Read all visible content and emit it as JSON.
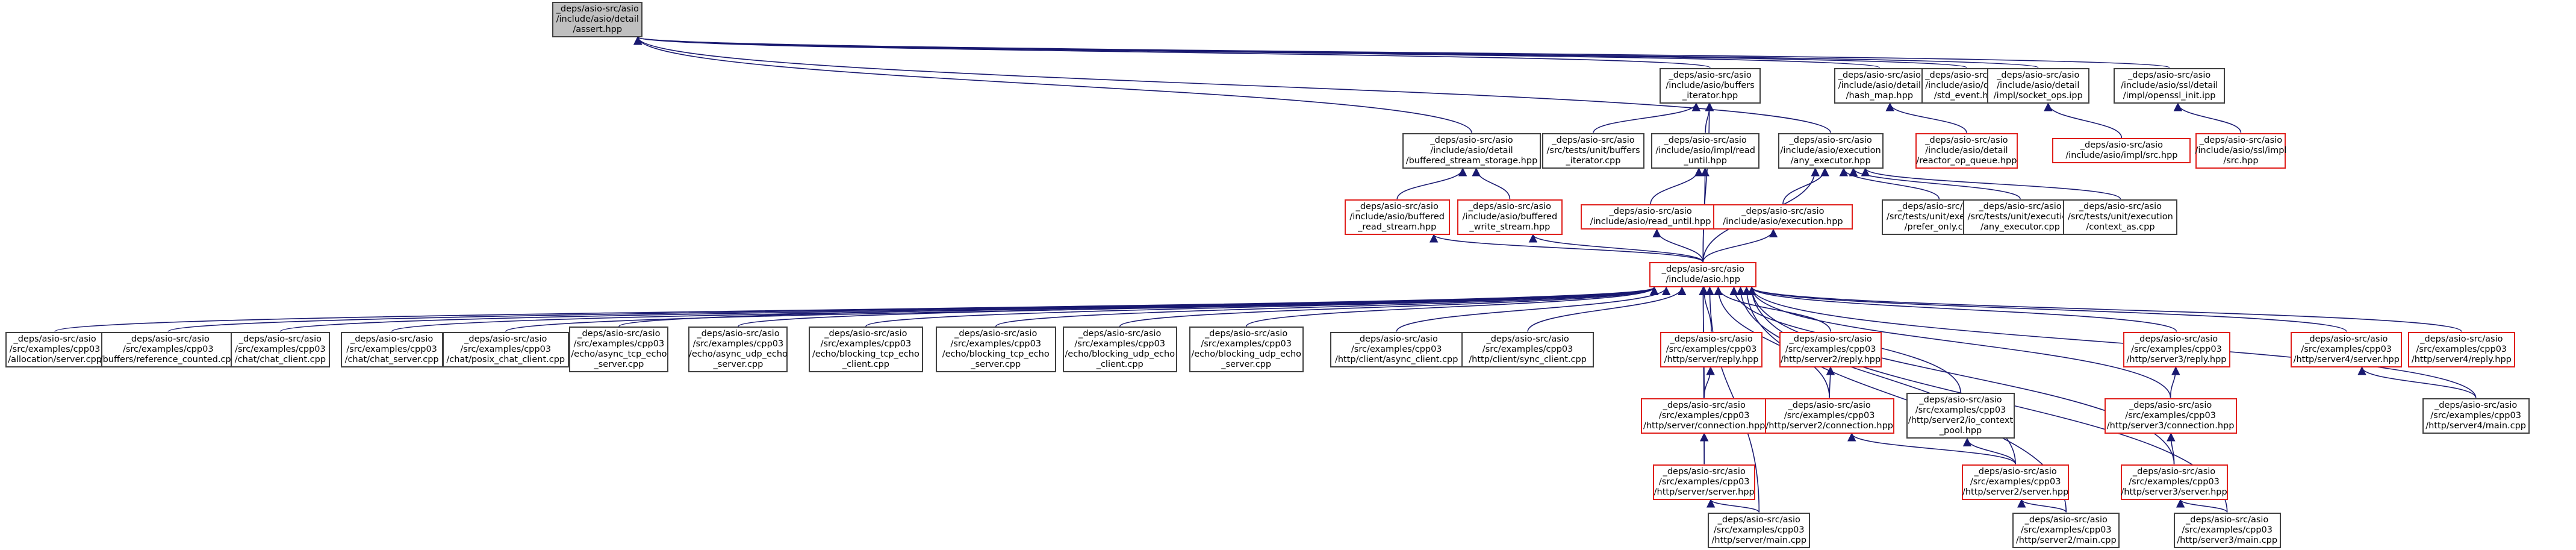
{
  "graph": {
    "nodes": [
      {
        "id": "root",
        "label": "_deps/asio-src/asio\n/include/asio/detail\n/assert.hpp",
        "border": "gray",
        "root": true
      },
      {
        "id": "buffers_iterator",
        "label": "_deps/asio-src/asio\n/include/asio/buffers\n_iterator.hpp",
        "border": "gray"
      },
      {
        "id": "hash_map",
        "label": "_deps/asio-src/asio\n/include/asio/detail\n/hash_map.hpp",
        "border": "gray"
      },
      {
        "id": "std_event",
        "label": "_deps/asio-src/asio\n/include/asio/detail\n/std_event.hpp",
        "border": "gray"
      },
      {
        "id": "socket_ops",
        "label": "_deps/asio-src/asio\n/include/asio/detail\n/impl/socket_ops.ipp",
        "border": "gray"
      },
      {
        "id": "openssl_init",
        "label": "_deps/asio-src/asio\n/include/asio/ssl/detail\n/impl/openssl_init.ipp",
        "border": "gray"
      },
      {
        "id": "buffered_stream_storage",
        "label": "_deps/asio-src/asio\n/include/asio/detail\n/buffered_stream_storage.hpp",
        "border": "gray"
      },
      {
        "id": "tests_buffers_iterator",
        "label": "_deps/asio-src/asio\n/src/tests/unit/buffers\n_iterator.cpp",
        "border": "gray"
      },
      {
        "id": "impl_read_until",
        "label": "_deps/asio-src/asio\n/include/asio/impl/read\n_until.hpp",
        "border": "gray"
      },
      {
        "id": "any_executor",
        "label": "_deps/asio-src/asio\n/include/asio/execution\n/any_executor.hpp",
        "border": "gray"
      },
      {
        "id": "reactor_op_queue",
        "label": "_deps/asio-src/asio\n/include/asio/detail\n/reactor_op_queue.hpp",
        "border": "red"
      },
      {
        "id": "impl_src",
        "label": "_deps/asio-src/asio\n/include/asio/impl/src.hpp",
        "border": "red"
      },
      {
        "id": "ssl_impl_src",
        "label": "_deps/asio-src/asio\n/include/asio/ssl/impl\n/src.hpp",
        "border": "red"
      },
      {
        "id": "buffered_read_stream",
        "label": "_deps/asio-src/asio\n/include/asio/buffered\n_read_stream.hpp",
        "border": "red"
      },
      {
        "id": "buffered_write_stream",
        "label": "_deps/asio-src/asio\n/include/asio/buffered\n_write_stream.hpp",
        "border": "red"
      },
      {
        "id": "read_until",
        "label": "_deps/asio-src/asio\n/include/asio/read_until.hpp",
        "border": "red"
      },
      {
        "id": "execution",
        "label": "_deps/asio-src/asio\n/include/asio/execution.hpp",
        "border": "red"
      },
      {
        "id": "prefer_only",
        "label": "_deps/asio-src/asio\n/src/tests/unit/execution\n/prefer_only.cpp",
        "border": "gray"
      },
      {
        "id": "tests_any_executor",
        "label": "_deps/asio-src/asio\n/src/tests/unit/execution\n/any_executor.cpp",
        "border": "gray"
      },
      {
        "id": "context_as",
        "label": "_deps/asio-src/asio\n/src/tests/unit/execution\n/context_as.cpp",
        "border": "gray"
      },
      {
        "id": "asio_hpp",
        "label": "_deps/asio-src/asio\n/include/asio.hpp",
        "border": "red"
      },
      {
        "id": "allocation",
        "label": "_deps/asio-src/asio\n/src/examples/cpp03\n/allocation/server.cpp",
        "border": "gray"
      },
      {
        "id": "refcounted",
        "label": "_deps/asio-src/asio\n/src/examples/cpp03\n/buffers/reference_counted.cpp",
        "border": "gray"
      },
      {
        "id": "chat_client",
        "label": "_deps/asio-src/asio\n/src/examples/cpp03\n/chat/chat_client.cpp",
        "border": "gray"
      },
      {
        "id": "chat_server",
        "label": "_deps/asio-src/asio\n/src/examples/cpp03\n/chat/chat_server.cpp",
        "border": "gray"
      },
      {
        "id": "posix_chat",
        "label": "_deps/asio-src/asio\n/src/examples/cpp03\n/chat/posix_chat_client.cpp",
        "border": "gray"
      },
      {
        "id": "async_tcp",
        "label": "_deps/asio-src/asio\n/src/examples/cpp03\n/echo/async_tcp_echo\n_server.cpp",
        "border": "gray"
      },
      {
        "id": "async_udp",
        "label": "_deps/asio-src/asio\n/src/examples/cpp03\n/echo/async_udp_echo\n_server.cpp",
        "border": "gray"
      },
      {
        "id": "blocking_tcp",
        "label": "_deps/asio-src/asio\n/src/examples/cpp03\n/echo/blocking_tcp_echo\n_client.cpp",
        "border": "gray"
      },
      {
        "id": "blocking_tcp_srv",
        "label": "_deps/asio-src/asio\n/src/examples/cpp03\n/echo/blocking_tcp_echo\n_server.cpp",
        "border": "gray"
      },
      {
        "id": "blocking_udp",
        "label": "_deps/asio-src/asio\n/src/examples/cpp03\n/echo/blocking_udp_echo\n_client.cpp",
        "border": "gray"
      },
      {
        "id": "blocking_udp_srv",
        "label": "_deps/asio-src/asio\n/src/examples/cpp03\n/echo/blocking_udp_echo\n_server.cpp",
        "border": "gray"
      },
      {
        "id": "async_client",
        "label": "_deps/asio-src/asio\n/src/examples/cpp03\n/http/client/async_client.cpp",
        "border": "gray"
      },
      {
        "id": "sync_client",
        "label": "_deps/asio-src/asio\n/src/examples/cpp03\n/http/client/sync_client.cpp",
        "border": "gray"
      },
      {
        "id": "s1_reply",
        "label": "_deps/asio-src/asio\n/src/examples/cpp03\n/http/server/reply.hpp",
        "border": "red"
      },
      {
        "id": "s2_reply",
        "label": "_deps/asio-src/asio\n/src/examples/cpp03\n/http/server2/reply.hpp",
        "border": "red"
      },
      {
        "id": "s3_reply",
        "label": "_deps/asio-src/asio\n/src/examples/cpp03\n/http/server3/reply.hpp",
        "border": "red"
      },
      {
        "id": "s4_server",
        "label": "_deps/asio-src/asio\n/src/examples/cpp03\n/http/server4/server.hpp",
        "border": "red"
      },
      {
        "id": "s4_reply",
        "label": "_deps/asio-src/asio\n/src/examples/cpp03\n/http/server4/reply.hpp",
        "border": "red"
      },
      {
        "id": "s1_connection",
        "label": "_deps/asio-src/asio\n/src/examples/cpp03\n/http/server/connection.hpp",
        "border": "red"
      },
      {
        "id": "s2_connection",
        "label": "_deps/asio-src/asio\n/src/examples/cpp03\n/http/server2/connection.hpp",
        "border": "red"
      },
      {
        "id": "io_context_pool",
        "label": "_deps/asio-src/asio\n/src/examples/cpp03\n/http/server2/io_context\n_pool.hpp",
        "border": "gray"
      },
      {
        "id": "s3_connection",
        "label": "_deps/asio-src/asio\n/src/examples/cpp03\n/http/server3/connection.hpp",
        "border": "red"
      },
      {
        "id": "s4_main",
        "label": "_deps/asio-src/asio\n/src/examples/cpp03\n/http/server4/main.cpp",
        "border": "gray"
      },
      {
        "id": "s1_server",
        "label": "_deps/asio-src/asio\n/src/examples/cpp03\n/http/server/server.hpp",
        "border": "red"
      },
      {
        "id": "s2_server",
        "label": "_deps/asio-src/asio\n/src/examples/cpp03\n/http/server2/server.hpp",
        "border": "red"
      },
      {
        "id": "s3_server",
        "label": "_deps/asio-src/asio\n/src/examples/cpp03\n/http/server3/server.hpp",
        "border": "red"
      },
      {
        "id": "s1_main",
        "label": "_deps/asio-src/asio\n/src/examples/cpp03\n/http/server/main.cpp",
        "border": "gray"
      },
      {
        "id": "s2_main",
        "label": "_deps/asio-src/asio\n/src/examples/cpp03\n/http/server2/main.cpp",
        "border": "gray"
      },
      {
        "id": "s3_main",
        "label": "_deps/asio-src/asio\n/src/examples/cpp03\n/http/server3/main.cpp",
        "border": "gray"
      }
    ],
    "edges": [
      [
        "buffers_iterator",
        "root"
      ],
      [
        "hash_map",
        "root"
      ],
      [
        "std_event",
        "root"
      ],
      [
        "socket_ops",
        "root"
      ],
      [
        "openssl_init",
        "root"
      ],
      [
        "buffered_stream_storage",
        "root"
      ],
      [
        "any_executor",
        "root"
      ],
      [
        "tests_buffers_iterator",
        "buffers_iterator"
      ],
      [
        "impl_read_until",
        "buffers_iterator"
      ],
      [
        "asio_hpp",
        "buffers_iterator"
      ],
      [
        "reactor_op_queue",
        "hash_map"
      ],
      [
        "impl_src",
        "socket_ops"
      ],
      [
        "ssl_impl_src",
        "openssl_init"
      ],
      [
        "buffered_read_stream",
        "buffered_stream_storage"
      ],
      [
        "buffered_write_stream",
        "buffered_stream_storage"
      ],
      [
        "read_until",
        "impl_read_until"
      ],
      [
        "asio_hpp",
        "impl_read_until"
      ],
      [
        "execution",
        "any_executor"
      ],
      [
        "prefer_only",
        "any_executor"
      ],
      [
        "tests_any_executor",
        "any_executor"
      ],
      [
        "context_as",
        "any_executor"
      ],
      [
        "asio_hpp",
        "any_executor"
      ],
      [
        "asio_hpp",
        "buffered_read_stream"
      ],
      [
        "asio_hpp",
        "buffered_write_stream"
      ],
      [
        "asio_hpp",
        "read_until"
      ],
      [
        "asio_hpp",
        "execution"
      ],
      [
        "allocation",
        "asio_hpp"
      ],
      [
        "refcounted",
        "asio_hpp"
      ],
      [
        "chat_client",
        "asio_hpp"
      ],
      [
        "chat_server",
        "asio_hpp"
      ],
      [
        "posix_chat",
        "asio_hpp"
      ],
      [
        "async_tcp",
        "asio_hpp"
      ],
      [
        "async_udp",
        "asio_hpp"
      ],
      [
        "blocking_tcp",
        "asio_hpp"
      ],
      [
        "blocking_tcp_srv",
        "asio_hpp"
      ],
      [
        "blocking_udp",
        "asio_hpp"
      ],
      [
        "blocking_udp_srv",
        "asio_hpp"
      ],
      [
        "async_client",
        "asio_hpp"
      ],
      [
        "sync_client",
        "asio_hpp"
      ],
      [
        "s1_reply",
        "asio_hpp"
      ],
      [
        "s1_connection",
        "asio_hpp"
      ],
      [
        "s1_server",
        "asio_hpp"
      ],
      [
        "s1_main",
        "asio_hpp"
      ],
      [
        "s2_reply",
        "asio_hpp"
      ],
      [
        "s2_connection",
        "asio_hpp"
      ],
      [
        "io_context_pool",
        "asio_hpp"
      ],
      [
        "s2_server",
        "asio_hpp"
      ],
      [
        "s2_main",
        "asio_hpp"
      ],
      [
        "s3_reply",
        "asio_hpp"
      ],
      [
        "s3_connection",
        "asio_hpp"
      ],
      [
        "s3_server",
        "asio_hpp"
      ],
      [
        "s3_main",
        "asio_hpp"
      ],
      [
        "s4_server",
        "asio_hpp"
      ],
      [
        "s4_reply",
        "asio_hpp"
      ],
      [
        "s4_main",
        "asio_hpp"
      ],
      [
        "s1_connection",
        "s1_reply"
      ],
      [
        "s1_server",
        "s1_connection"
      ],
      [
        "s1_main",
        "s1_server"
      ],
      [
        "s2_connection",
        "s2_reply"
      ],
      [
        "s2_server",
        "s2_connection"
      ],
      [
        "s2_server",
        "io_context_pool"
      ],
      [
        "s2_main",
        "s2_server"
      ],
      [
        "s3_connection",
        "s3_reply"
      ],
      [
        "s3_server",
        "s3_connection"
      ],
      [
        "s3_main",
        "s3_server"
      ],
      [
        "s4_main",
        "s4_server"
      ]
    ]
  }
}
